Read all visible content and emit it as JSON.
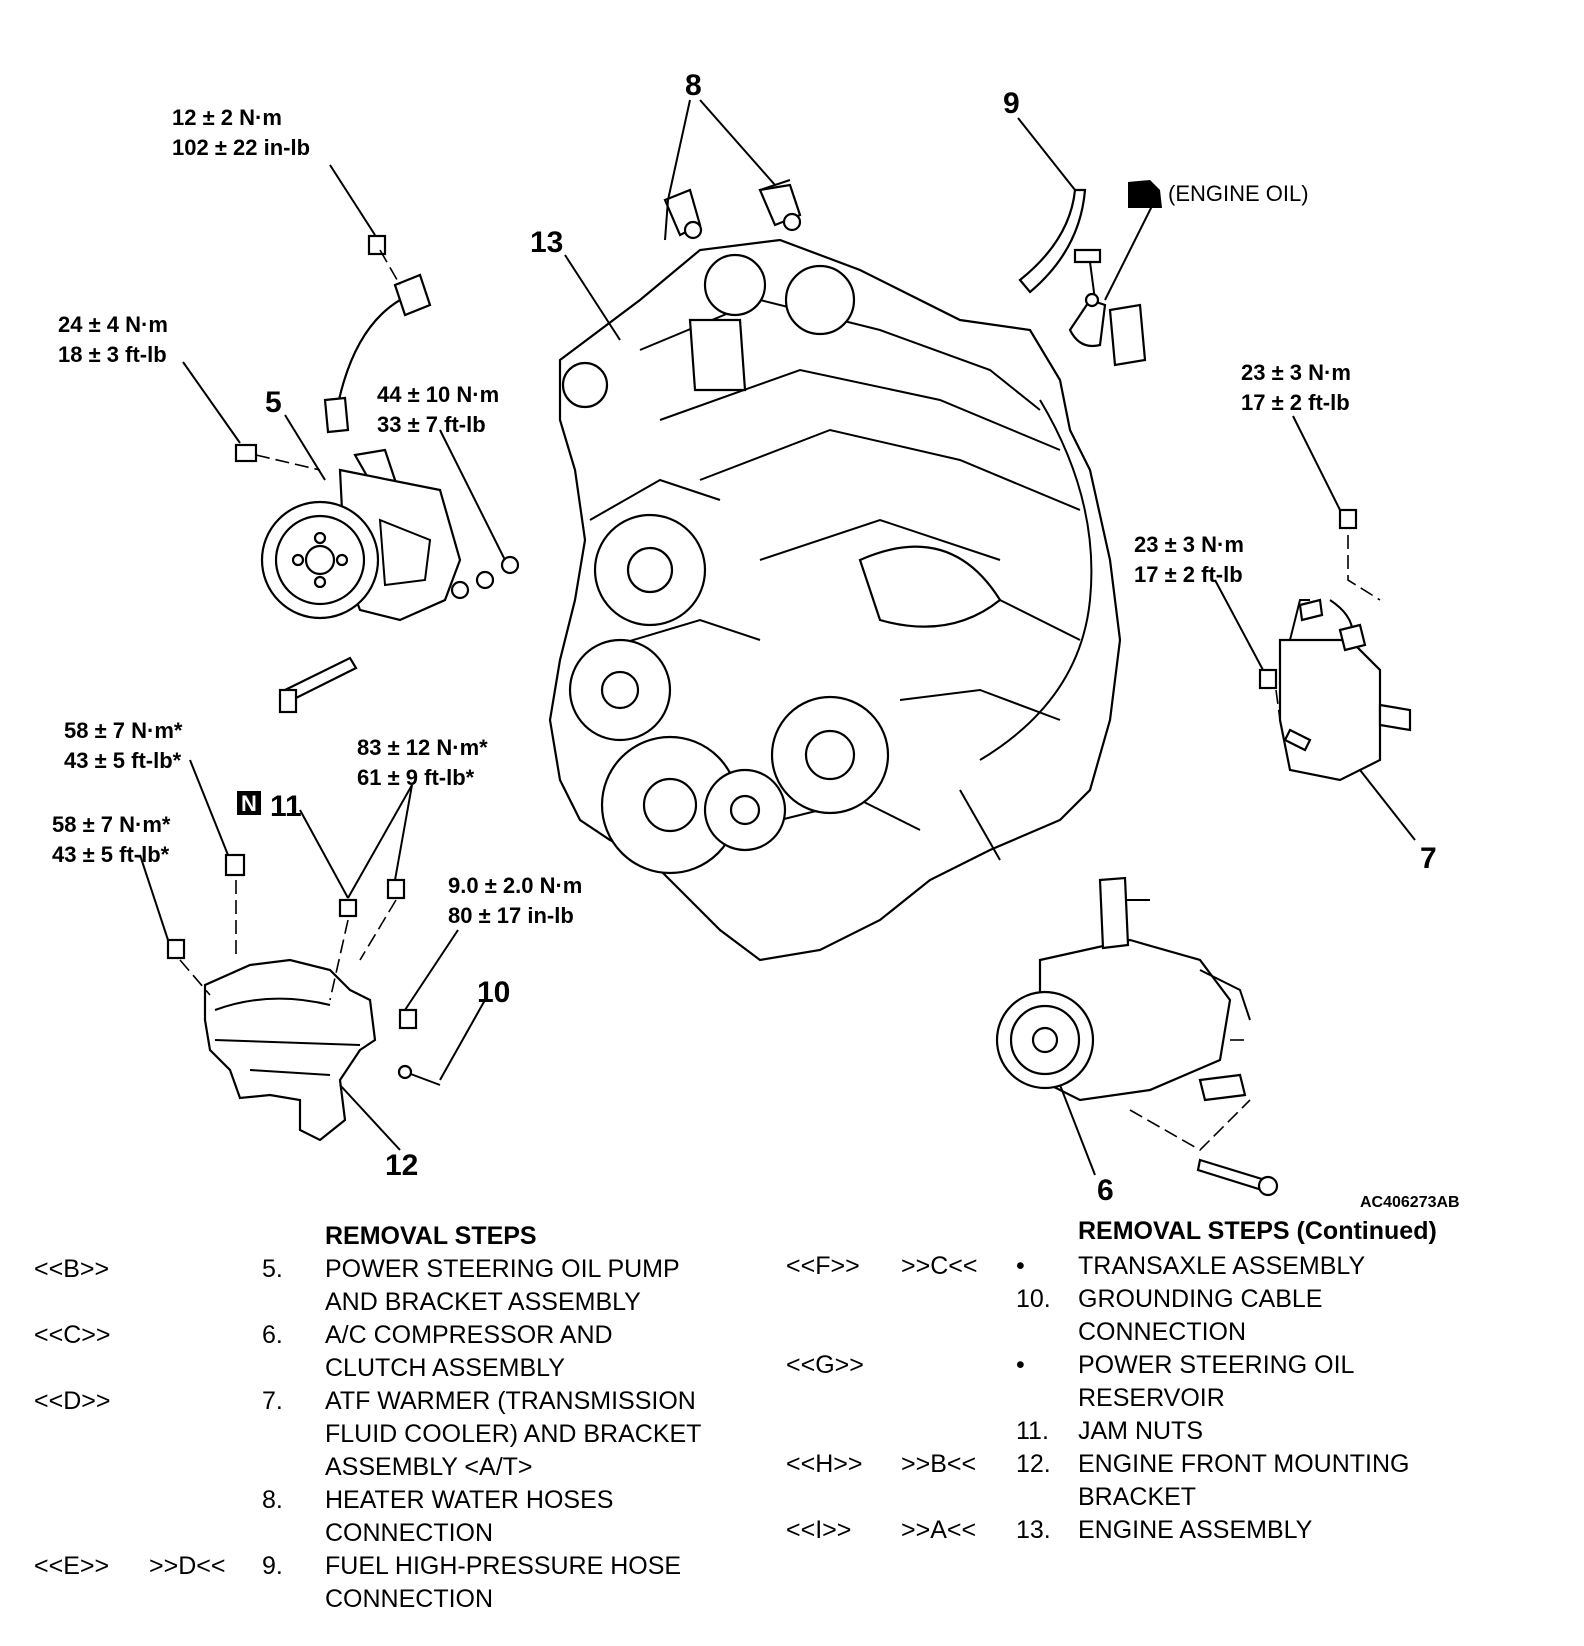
{
  "diagram": {
    "figure_code": "AC406273AB",
    "engine_oil_note": "(ENGINE OIL)",
    "new_part_mark": "N",
    "callouts": [
      "5",
      "6",
      "7",
      "8",
      "9",
      "10",
      "11",
      "12",
      "13"
    ],
    "torques": [
      {
        "nm": "12 ± 2 N·m",
        "imperial": "102 ± 22 in-lb"
      },
      {
        "nm": "24 ± 4 N·m",
        "imperial": "18 ± 3 ft-lb"
      },
      {
        "nm": "44 ± 10 N·m",
        "imperial": "33 ± 7 ft-lb"
      },
      {
        "nm": "23 ± 3 N·m",
        "imperial": "17 ± 2 ft-lb"
      },
      {
        "nm": "23 ± 3 N·m",
        "imperial": "17 ± 2 ft-lb"
      },
      {
        "nm": "58 ± 7 N·m*",
        "imperial": "43 ± 5 ft-lb*"
      },
      {
        "nm": "83 ± 12 N·m*",
        "imperial": "61 ± 9 ft-lb*"
      },
      {
        "nm": "58 ± 7 N·m*",
        "imperial": "43 ± 5 ft-lb*"
      },
      {
        "nm": "9.0 ± 2.0 N·m",
        "imperial": "80 ± 17 in-lb"
      }
    ]
  },
  "left_table": {
    "heading": "REMOVAL STEPS",
    "rows": [
      {
        "removal": "<<B>>",
        "install": "",
        "num": "5.",
        "text": "POWER STEERING OIL PUMP"
      },
      {
        "removal": "",
        "install": "",
        "num": "",
        "text": "AND BRACKET ASSEMBLY"
      },
      {
        "removal": "<<C>>",
        "install": "",
        "num": "6.",
        "text": "A/C COMPRESSOR AND"
      },
      {
        "removal": "",
        "install": "",
        "num": "",
        "text": "CLUTCH ASSEMBLY"
      },
      {
        "removal": "<<D>>",
        "install": "",
        "num": "7.",
        "text": "ATF WARMER (TRANSMISSION"
      },
      {
        "removal": "",
        "install": "",
        "num": "",
        "text": "FLUID COOLER) AND BRACKET"
      },
      {
        "removal": "",
        "install": "",
        "num": "",
        "text": "ASSEMBLY <A/T>"
      },
      {
        "removal": "",
        "install": "",
        "num": "8.",
        "text": "HEATER WATER HOSES"
      },
      {
        "removal": "",
        "install": "",
        "num": "",
        "text": "CONNECTION"
      },
      {
        "removal": "<<E>>",
        "install": ">>D<<",
        "num": "9.",
        "text": "FUEL HIGH-PRESSURE HOSE"
      },
      {
        "removal": "",
        "install": "",
        "num": "",
        "text": "CONNECTION"
      }
    ]
  },
  "right_table": {
    "heading": "REMOVAL STEPS (Continued)",
    "rows": [
      {
        "removal": "<<F>>",
        "install": ">>C<<",
        "num": "•",
        "text": "TRANSAXLE ASSEMBLY"
      },
      {
        "removal": "",
        "install": "",
        "num": "10.",
        "text": "GROUNDING CABLE"
      },
      {
        "removal": "",
        "install": "",
        "num": "",
        "text": "CONNECTION"
      },
      {
        "removal": "<<G>>",
        "install": "",
        "num": "•",
        "text": "POWER STEERING OIL"
      },
      {
        "removal": "",
        "install": "",
        "num": "",
        "text": "RESERVOIR"
      },
      {
        "removal": "",
        "install": "",
        "num": "11.",
        "text": "JAM NUTS"
      },
      {
        "removal": "<<H>>",
        "install": ">>B<<",
        "num": "12.",
        "text": "ENGINE FRONT MOUNTING"
      },
      {
        "removal": "",
        "install": "",
        "num": "",
        "text": "BRACKET"
      },
      {
        "removal": "<<I>>",
        "install": ">>A<<",
        "num": "13.",
        "text": "ENGINE ASSEMBLY"
      }
    ]
  }
}
